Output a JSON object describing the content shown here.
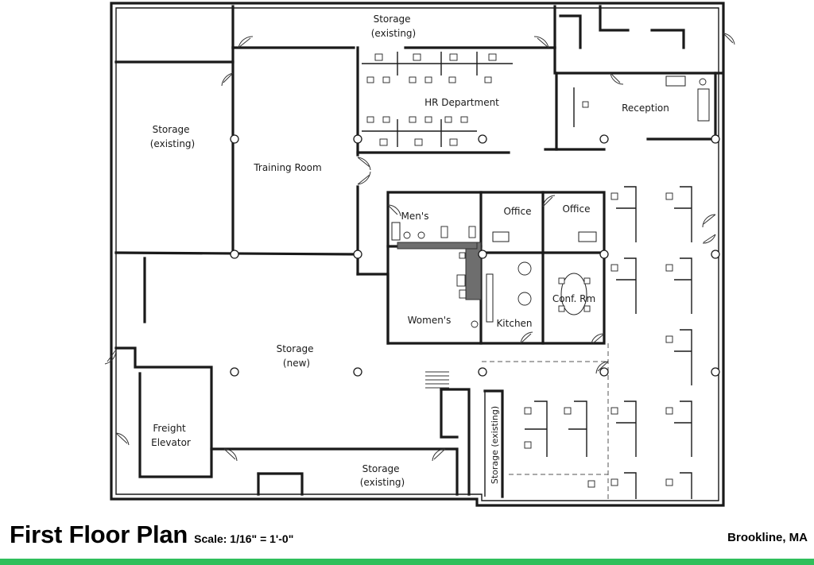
{
  "plan": {
    "rooms": [
      {
        "id": "storage-top",
        "lines": [
          "Storage",
          "(existing)"
        ]
      },
      {
        "id": "storage-left",
        "lines": [
          "Storage",
          "(existing)"
        ]
      },
      {
        "id": "training",
        "lines": [
          "Training Room"
        ]
      },
      {
        "id": "hr",
        "lines": [
          "HR Department"
        ]
      },
      {
        "id": "reception",
        "lines": [
          "Reception"
        ]
      },
      {
        "id": "mens",
        "lines": [
          "Men's"
        ]
      },
      {
        "id": "office1",
        "lines": [
          "Office"
        ]
      },
      {
        "id": "office2",
        "lines": [
          "Office"
        ]
      },
      {
        "id": "womens",
        "lines": [
          "Women's"
        ]
      },
      {
        "id": "kitchen",
        "lines": [
          "Kitchen"
        ]
      },
      {
        "id": "conf",
        "lines": [
          "Conf. Rm"
        ]
      },
      {
        "id": "storage-new",
        "lines": [
          "Storage",
          "(new)"
        ]
      },
      {
        "id": "freight",
        "lines": [
          "Freight",
          "Elevator"
        ]
      },
      {
        "id": "storage-bottom",
        "lines": [
          "Storage",
          "(existing)"
        ]
      },
      {
        "id": "storage-vertical",
        "lines": [
          "Storage (existing)"
        ]
      }
    ]
  },
  "footer": {
    "title": "First Floor Plan",
    "scale": "Scale: 1/16\" = 1'-0\"",
    "location": "Brookline, MA",
    "accent_color": "#2fbf5b"
  }
}
